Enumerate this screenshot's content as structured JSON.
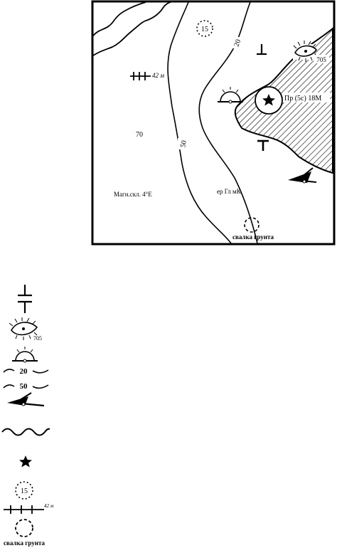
{
  "map": {
    "depth_contours": [
      "20",
      "50"
    ],
    "soundings": [
      "70"
    ],
    "buoy_depth": "15",
    "wreck_depth": "42 м",
    "rock_height": "705",
    "light_label": "Пр (5с) 18М",
    "magnetic_variation": "Магн.скл. 4°Е",
    "bottom_type": "ер Гл мК",
    "dump_site": "свалка грунта"
  },
  "legend": {
    "items": [
      {
        "icon": "cable-symbol-icon"
      },
      {
        "icon": "rock-drying-icon",
        "value": "705"
      },
      {
        "icon": "lighthouse-icon"
      },
      {
        "icon": "depth-contour-icon",
        "value": "20"
      },
      {
        "icon": "depth-contour-icon",
        "value": "50"
      },
      {
        "icon": "wreck-icon"
      },
      {
        "icon": "coastline-icon"
      },
      {
        "icon": "star-light-icon"
      },
      {
        "icon": "dotted-circle-icon",
        "value": "15"
      },
      {
        "icon": "wreck-depth-icon",
        "value": "42 м"
      },
      {
        "icon": "dump-circle-icon",
        "value": "свалка грунта"
      }
    ]
  }
}
